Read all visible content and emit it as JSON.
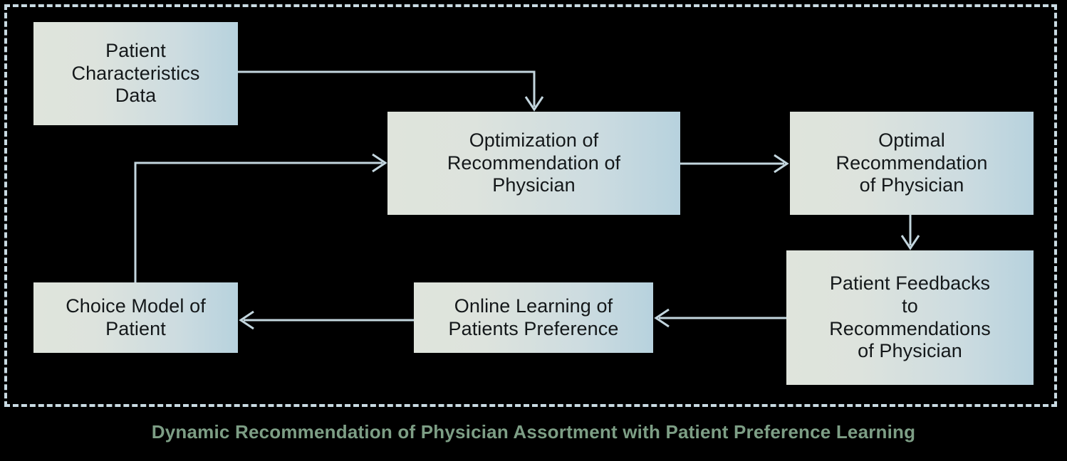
{
  "diagram": {
    "title": "Dynamic Recommendation of Physician Assortment with Patient Preference Learning",
    "background_color": "#000000",
    "frame": {
      "style": "dashed",
      "color": "#c9dae2"
    },
    "node_gradient_from": "#dfe4dc",
    "node_gradient_to": "#b7d2de",
    "connector_color": "#c3d6de",
    "caption_color": "#7d9e85",
    "nodes": [
      {
        "id": "patient-characteristics",
        "label": "Patient\nCharacteristics\nData"
      },
      {
        "id": "optimization",
        "label": "Optimization of\nRecommendation of\nPhysician"
      },
      {
        "id": "optimal-recommendation",
        "label": "Optimal\nRecommendation\nof Physician"
      },
      {
        "id": "patient-feedbacks",
        "label": "Patient Feedbacks\nto\nRecommendations\nof Physician"
      },
      {
        "id": "online-learning",
        "label": "Online Learning of\nPatients Preference"
      },
      {
        "id": "choice-model",
        "label": "Choice Model of\nPatient"
      }
    ],
    "edges": [
      {
        "id": "edge-characteristics-to-optimization",
        "from": "patient-characteristics",
        "to": "optimization",
        "shape": "right-then-down"
      },
      {
        "id": "edge-optimization-to-optimal",
        "from": "optimization",
        "to": "optimal-recommendation",
        "shape": "straight-right"
      },
      {
        "id": "edge-optimal-to-feedbacks",
        "from": "optimal-recommendation",
        "to": "patient-feedbacks",
        "shape": "straight-down"
      },
      {
        "id": "edge-feedbacks-to-online-learning",
        "from": "patient-feedbacks",
        "to": "online-learning",
        "shape": "straight-left"
      },
      {
        "id": "edge-online-learning-to-choice-model",
        "from": "online-learning",
        "to": "choice-model",
        "shape": "straight-left"
      },
      {
        "id": "edge-choice-model-to-optimization",
        "from": "choice-model",
        "to": "optimization",
        "shape": "up-then-right"
      }
    ]
  }
}
